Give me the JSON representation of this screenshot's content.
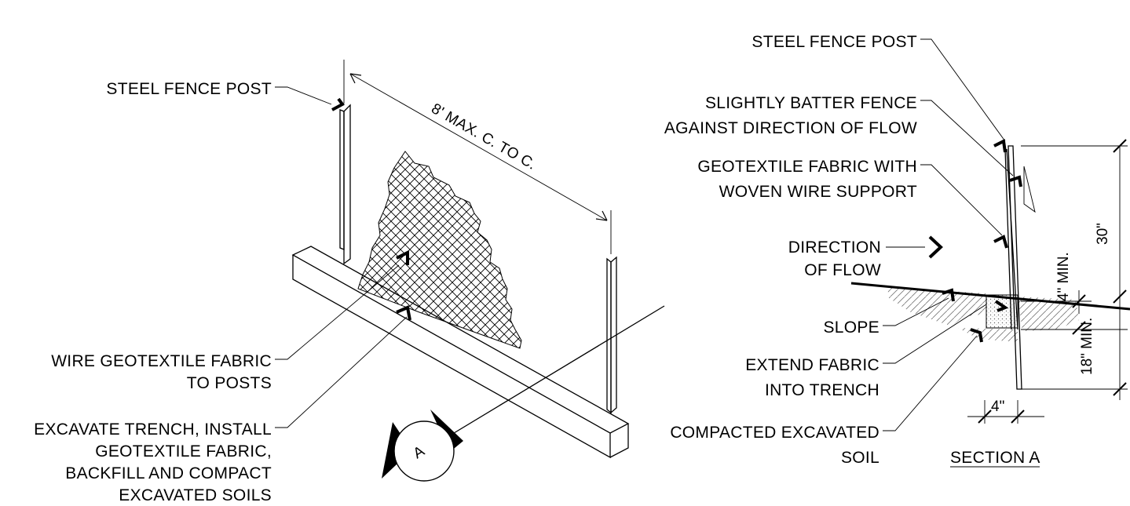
{
  "labels": {
    "iso_post": "STEEL FENCE POST",
    "dim_spacing": "8' MAX. C. TO C.",
    "wire_fabric_1": "WIRE GEOTEXTILE FABRIC",
    "wire_fabric_2": "TO POSTS",
    "excavate_1": "EXCAVATE TRENCH, INSTALL",
    "excavate_2": "GEOTEXTILE FABRIC,",
    "excavate_3": "BACKFILL AND COMPACT",
    "excavate_4": "EXCAVATED SOILS",
    "section_marker": "A",
    "sec_post": "STEEL FENCE POST",
    "batter_1": "SLIGHTLY BATTER FENCE",
    "batter_2": "AGAINST DIRECTION OF FLOW",
    "geo_1": "GEOTEXTILE FABRIC WITH",
    "geo_2": "WOVEN WIRE SUPPORT",
    "flow_1": "DIRECTION",
    "flow_2": "OF FLOW",
    "slope": "SLOPE",
    "extend_1": "EXTEND FABRIC",
    "extend_2": "INTO TRENCH",
    "compacted_1": "COMPACTED EXCAVATED",
    "compacted_2": "SOIL",
    "section_title": "SECTION A"
  },
  "dimensions": {
    "height": "30\"",
    "embed_min": "4\" MIN.",
    "depth_min": "18\" MIN.",
    "trench_width": "4\""
  }
}
